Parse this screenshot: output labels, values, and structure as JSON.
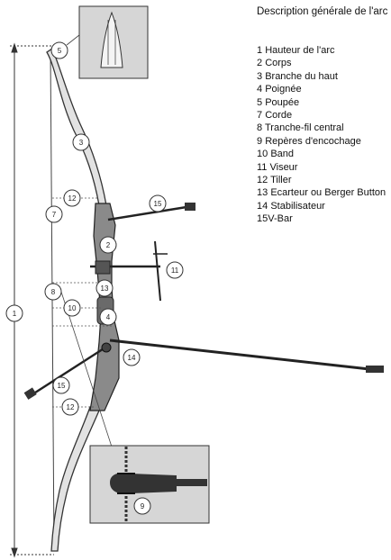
{
  "title": "Description générale de l'arc",
  "legend": [
    {
      "num": "1",
      "text": "Hauteur de l'arc"
    },
    {
      "num": "2",
      "text": "Corps"
    },
    {
      "num": "3",
      "text": "Branche du haut"
    },
    {
      "num": "4",
      "text": "Poignée"
    },
    {
      "num": "5",
      "text": "Poupée"
    },
    {
      "num": "7",
      "text": "Corde"
    },
    {
      "num": "8",
      "text": "Tranche-fil central"
    },
    {
      "num": "9",
      "text": "Repères d'encochage"
    },
    {
      "num": "10",
      "text": "Band"
    },
    {
      "num": "11",
      "text": "Viseur"
    },
    {
      "num": "12",
      "text": "Tiller"
    },
    {
      "num": "13",
      "text": "Ecarteur ou Berger Button"
    },
    {
      "num": "14",
      "text": "Stabilisateur"
    },
    {
      "num": "15",
      "text": "V-Bar"
    }
  ],
  "callouts": {
    "c1": "1",
    "c2": "2",
    "c3": "3",
    "c4": "4",
    "c5": "5",
    "c7": "7",
    "c8": "8",
    "c9": "9",
    "c10": "10",
    "c11": "11",
    "c12a": "12",
    "c12b": "12",
    "c13": "13",
    "c14": "14",
    "c15a": "15",
    "c15b": "15"
  },
  "colors": {
    "ink": "#222222",
    "limb": "#e2e2e2",
    "riser": "#8a8a8a",
    "inset_bg": "#d6d6d6"
  }
}
